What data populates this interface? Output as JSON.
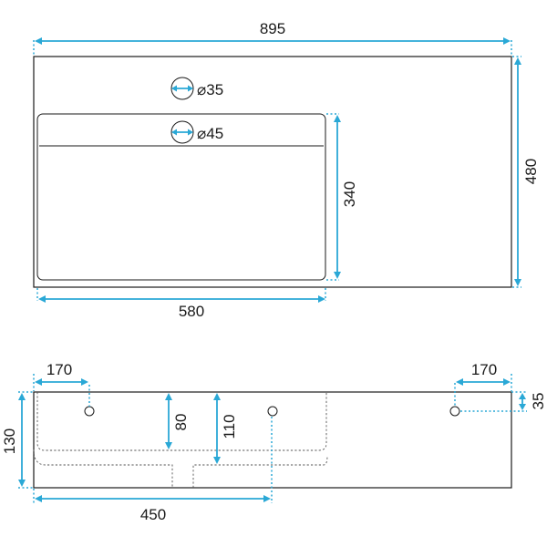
{
  "diagram": {
    "colors": {
      "line": "#1a1a1a",
      "dimension": "#2aa8d6"
    },
    "top_view": {
      "width_label": "895",
      "height_label": "480",
      "basin_width_label": "580",
      "basin_depth_label": "340",
      "tap_hole_label": "⌀35",
      "drain_hole_label": "⌀45"
    },
    "front_view": {
      "left_offset_label": "170",
      "right_offset_label": "170",
      "right_height_label": "35",
      "total_height_label": "130",
      "inner_depth_1_label": "80",
      "inner_depth_2_label": "110",
      "drain_offset_label": "450"
    }
  }
}
